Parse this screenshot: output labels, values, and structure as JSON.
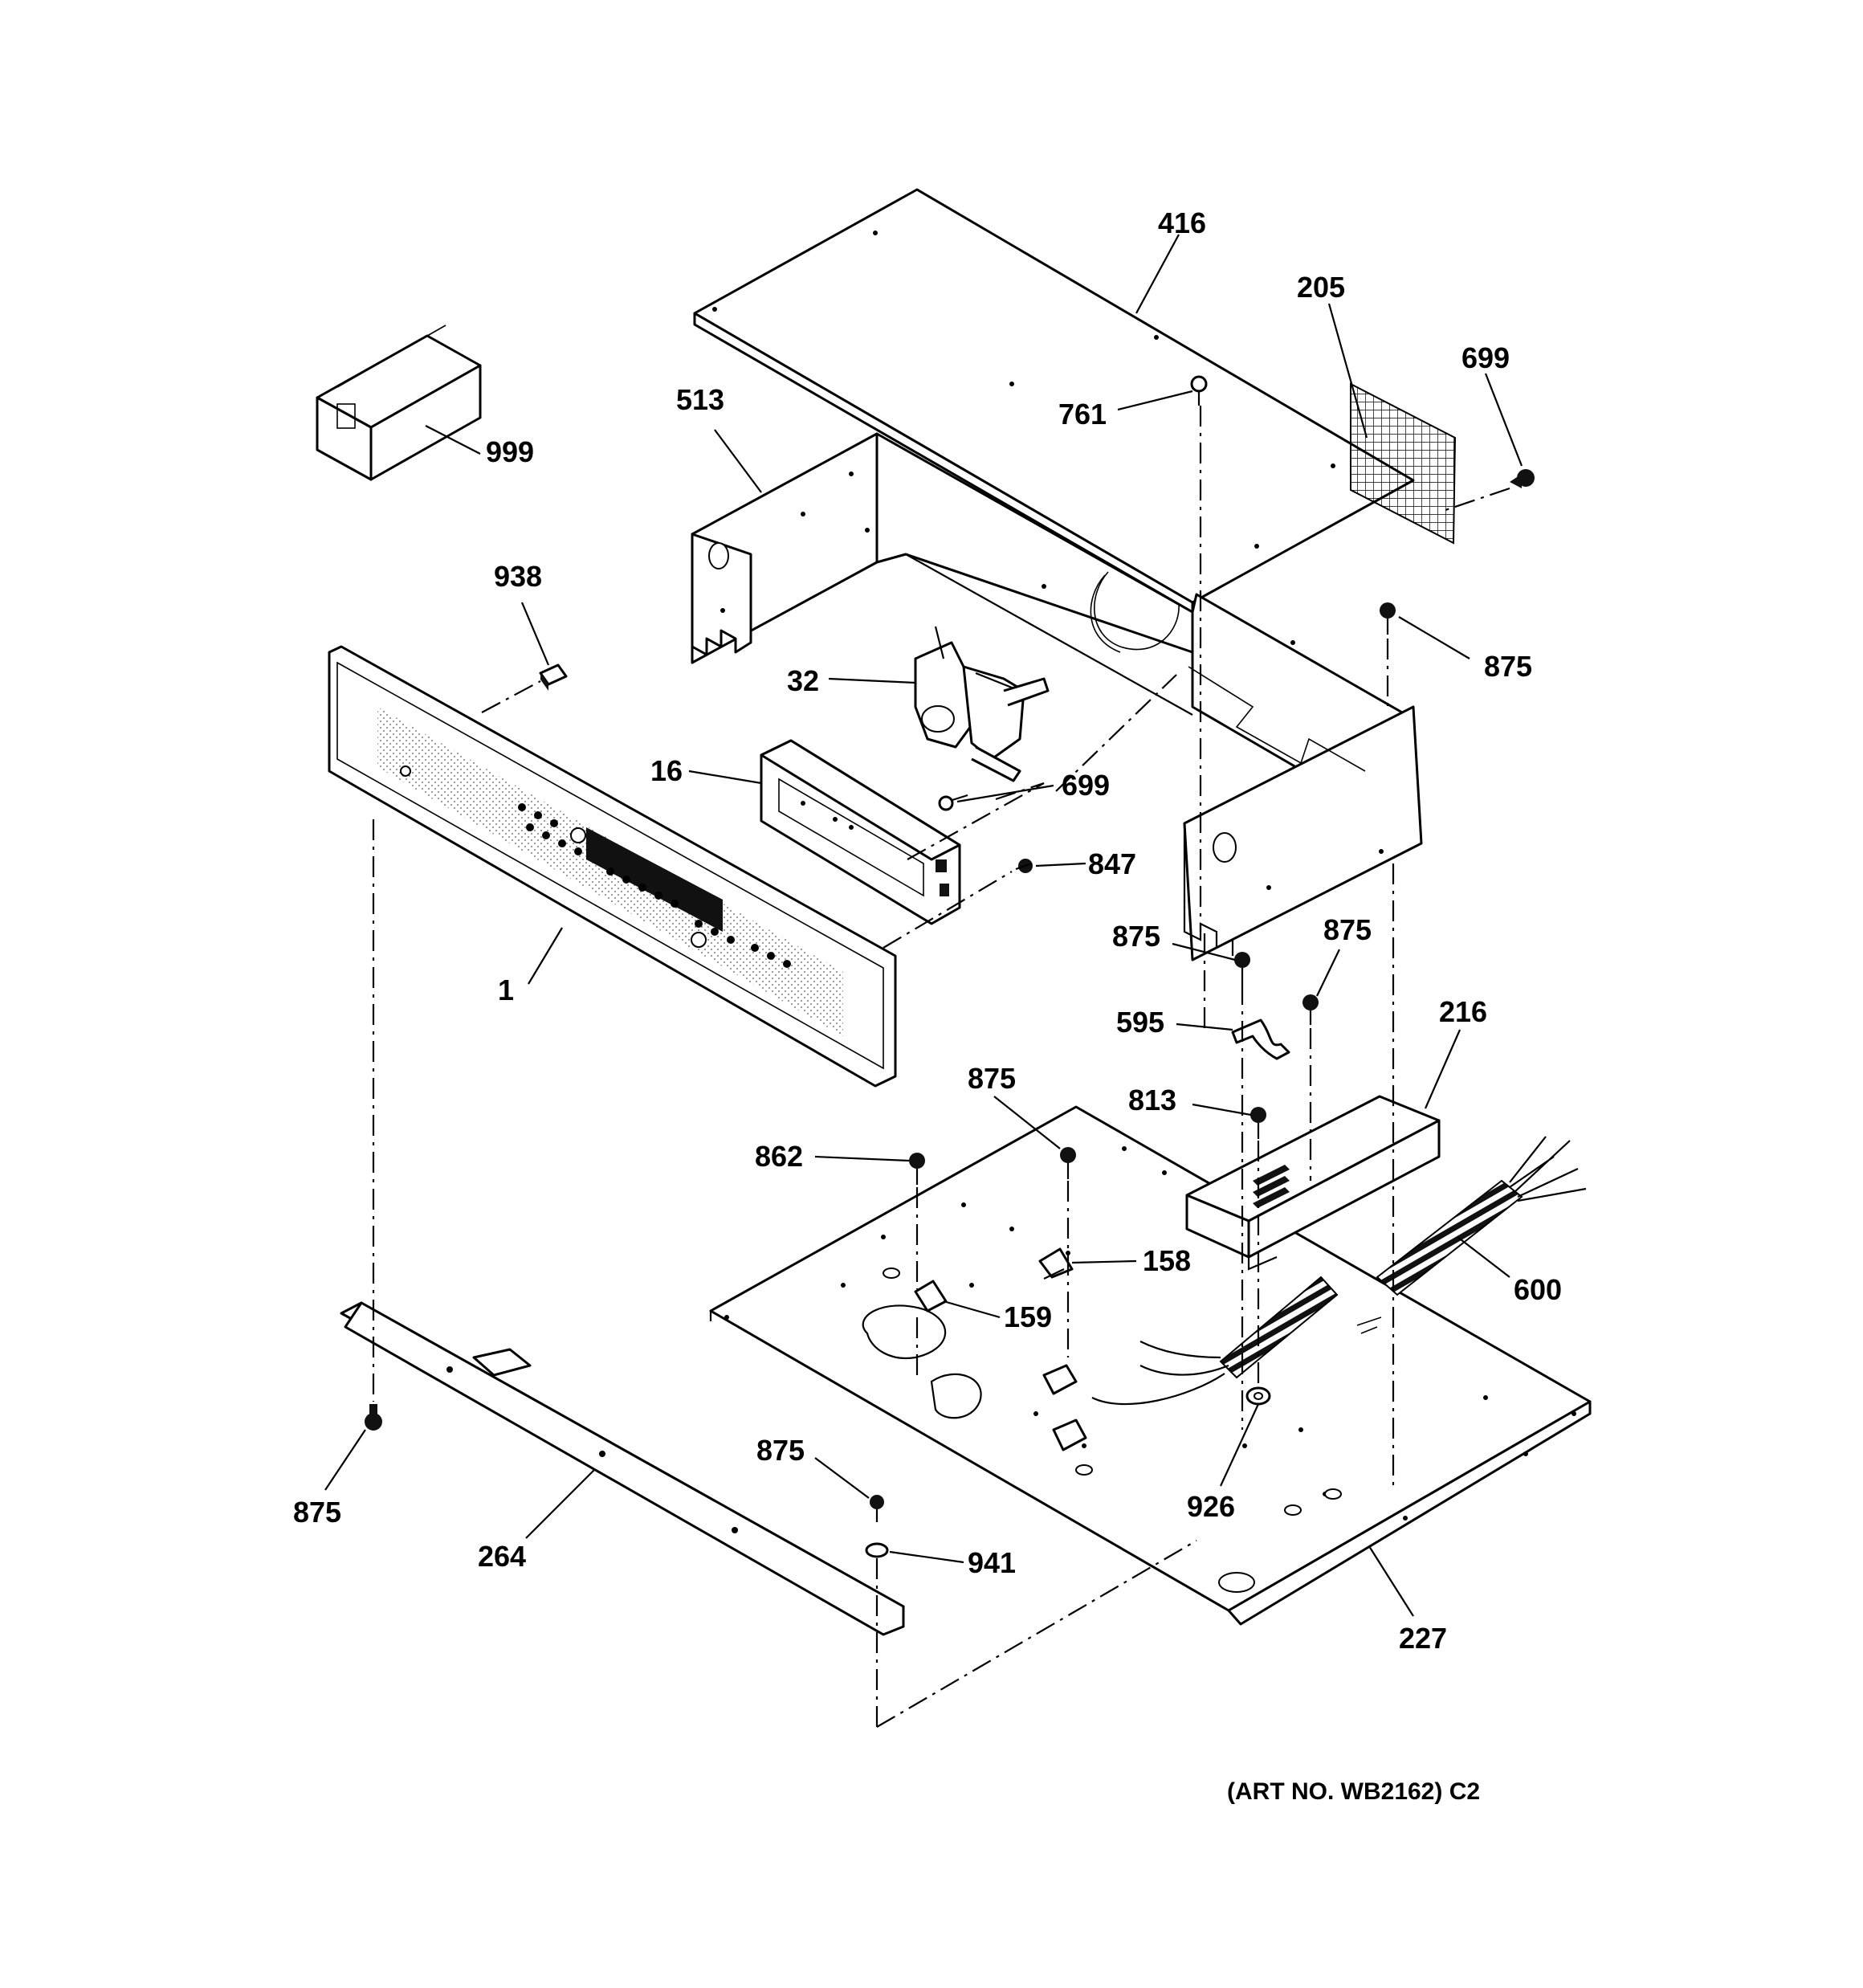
{
  "labels": {
    "p416": "416",
    "p205": "205",
    "p699a": "699",
    "p513": "513",
    "p761": "761",
    "p999": "999",
    "p938": "938",
    "p875a": "875",
    "p32": "32",
    "p16": "16",
    "p699b": "699",
    "p847": "847",
    "p1": "1",
    "p875b": "875",
    "p875c": "875",
    "p595": "595",
    "p216": "216",
    "p875d": "875",
    "p813": "813",
    "p862": "862",
    "p158": "158",
    "p600": "600",
    "p159": "159",
    "p875e": "875",
    "p926": "926",
    "p875f": "875",
    "p264": "264",
    "p941": "941",
    "p227": "227"
  },
  "art_number": "(ART NO. WB2162) C2"
}
